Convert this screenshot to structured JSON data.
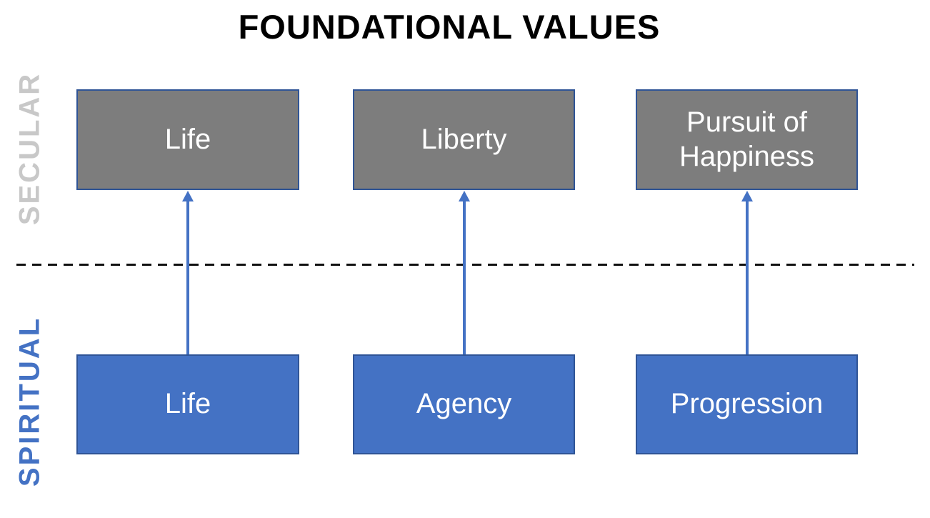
{
  "title": "FOUNDATIONAL VALUES",
  "sections": {
    "secular": {
      "label": "SECULAR",
      "boxes": [
        {
          "label": "Life"
        },
        {
          "label": "Liberty"
        },
        {
          "label": "Pursuit of Happiness"
        }
      ]
    },
    "spiritual": {
      "label": "SPIRITUAL",
      "boxes": [
        {
          "label": "Life"
        },
        {
          "label": "Agency"
        },
        {
          "label": "Progression"
        }
      ]
    }
  },
  "connections": [
    {
      "from": "Life",
      "to": "Life"
    },
    {
      "from": "Agency",
      "to": "Liberty"
    },
    {
      "from": "Progression",
      "to": "Pursuit of Happiness"
    }
  ],
  "colors": {
    "secular_box_fill": "#7D7D7D",
    "spiritual_box_fill": "#4472C4",
    "box_border": "#2F5496",
    "box_text": "#FFFFFF",
    "secular_label": "#C8C8C8",
    "spiritual_label": "#4472C4",
    "arrow": "#4472C4",
    "divider": "#111111",
    "title_text": "#000000"
  }
}
